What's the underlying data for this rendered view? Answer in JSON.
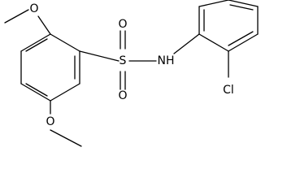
{
  "structure": {
    "atoms": {
      "methoxy_top_o": "O",
      "sulfur": "S",
      "sulfonyl_o_top": "O",
      "sulfonyl_o_bottom": "O",
      "amine_n": "NH",
      "chlorine": "Cl",
      "methoxy_bottom_o": "O"
    }
  },
  "colors": {
    "bond": "#000000",
    "background": "#ffffff"
  }
}
